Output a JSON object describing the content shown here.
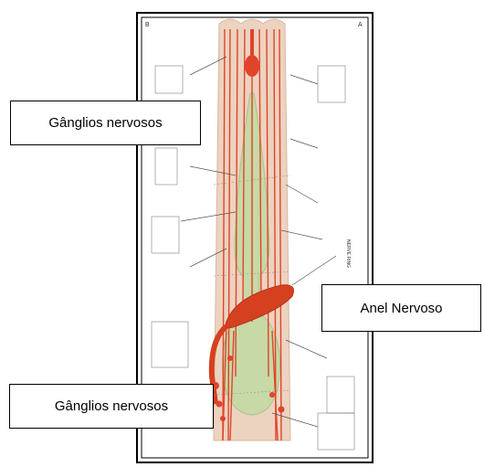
{
  "labels": {
    "top_ganglia": "Gânglios nervosos",
    "nerve_ring": "Anel Nervoso",
    "bottom_ganglia": "Gânglios nervosos"
  },
  "figure": {
    "corner_left": "B",
    "corner_right": "A",
    "nerve_ring_tag": "NERVE RING"
  },
  "colors": {
    "body": "#ecd3c0",
    "pharynx": "#c6d9a6",
    "nerve": "#e0442a",
    "ring": "#d5411f"
  }
}
